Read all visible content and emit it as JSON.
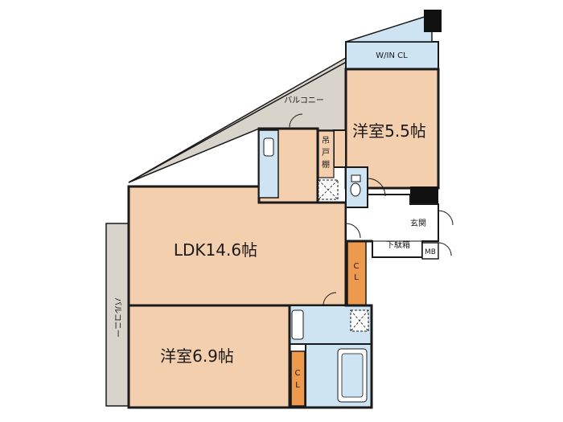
{
  "labels": {
    "walk_in_closet": "W/IN CL",
    "balcony_top": "バルコニー",
    "western_room_1": "洋室5.5帖",
    "hanging_cabinet_1": "吊",
    "hanging_cabinet_2": "戸",
    "hanging_cabinet_3": "棚",
    "ldk": "LDK14.6帖",
    "entrance": "玄関",
    "shoe_cabinet": "下駄箱",
    "meter_box": "MB",
    "closet_1_c": "C",
    "closet_1_l": "L",
    "balcony_side": "バルコニー",
    "western_room_2": "洋室6.9帖",
    "closet_2_c": "C",
    "closet_2_l": "L"
  },
  "colors": {
    "room": "#f4cfae",
    "balcony": "#d8d3cb",
    "wet_area": "#cfe4f3",
    "closet": "#ee9a4e",
    "entrance": "#ffffff",
    "wall": "#1a1a1a",
    "pillar": "#111111"
  }
}
